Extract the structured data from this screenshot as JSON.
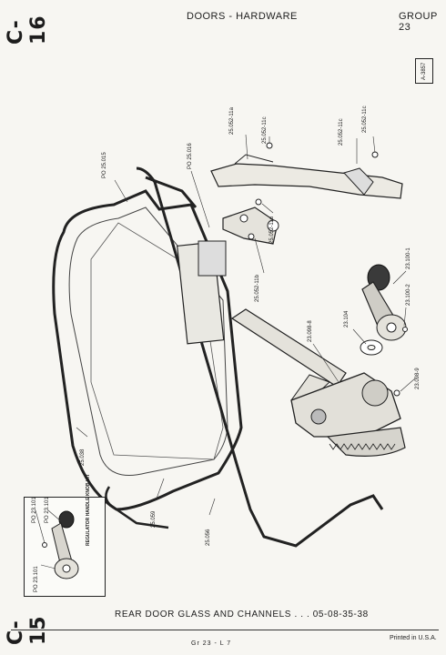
{
  "header": {
    "section_top": "C-16",
    "title": "DOORS - HARDWARE",
    "group": "GROUP 23",
    "ref_code": "A-3857"
  },
  "callouts": {
    "po_25015": "PO 25.015",
    "po_25016": "PO 25.016",
    "a": "25.052-11a",
    "b": "25.052-11c",
    "c": "25.052-11c",
    "d": "25.052-11c",
    "e": "25.052-11d",
    "f": "25.052-11b",
    "g": "23.100-1",
    "h": "23.100-2",
    "i": "23.104",
    "j": "23.098-8",
    "k": "23.098-9",
    "l": "25.038",
    "m": "25.059",
    "n": "25.056"
  },
  "kit": {
    "label": "REGULATOR HANDLE KNOB KIT",
    "p1": "PO 23.101",
    "p2": "PO 23.101",
    "p3": "PO 23.101"
  },
  "caption": "REAR DOOR GLASS AND CHANNELS . . . 05-08-35-38",
  "footer": {
    "section_bottom": "C-15",
    "page_code": "Gr 23 - L 7",
    "printed": "Printed in U.S.A."
  }
}
